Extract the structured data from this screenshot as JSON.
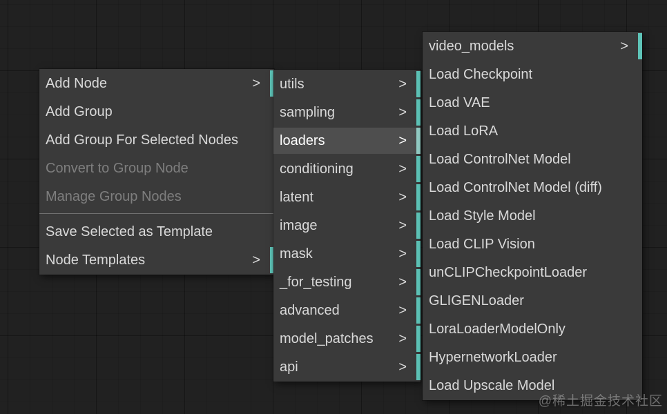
{
  "canvas": {
    "background_color": "#212121"
  },
  "colors": {
    "menu_bg": "#3a3a3a",
    "menu_text": "#d9d9d9",
    "menu_text_disabled": "#7e7e7e",
    "hover_bg": "#4e4e4e",
    "hover_text": "#ffffff",
    "submenu_accent": "#5ec4b8",
    "separator": "#707070"
  },
  "ui": {
    "submenu_arrow": ">"
  },
  "root_menu": {
    "items": [
      {
        "label": "Add Node",
        "has_submenu": true
      },
      {
        "label": "Add Group"
      },
      {
        "label": "Add Group For Selected Nodes"
      },
      {
        "label": "Convert to Group Node",
        "disabled": true
      },
      {
        "label": "Manage Group Nodes",
        "disabled": true
      },
      {
        "type": "separator"
      },
      {
        "label": "Save Selected as Template"
      },
      {
        "label": "Node Templates",
        "has_submenu": true
      }
    ]
  },
  "category_menu": {
    "items": [
      {
        "label": "utils",
        "has_submenu": true
      },
      {
        "label": "sampling",
        "has_submenu": true
      },
      {
        "label": "loaders",
        "has_submenu": true,
        "hovered": true
      },
      {
        "label": "conditioning",
        "has_submenu": true
      },
      {
        "label": "latent",
        "has_submenu": true
      },
      {
        "label": "image",
        "has_submenu": true
      },
      {
        "label": "mask",
        "has_submenu": true
      },
      {
        "label": "_for_testing",
        "has_submenu": true
      },
      {
        "label": "advanced",
        "has_submenu": true
      },
      {
        "label": "model_patches",
        "has_submenu": true
      },
      {
        "label": "api",
        "has_submenu": true
      }
    ]
  },
  "loaders_menu": {
    "items": [
      {
        "label": "video_models",
        "has_submenu": true
      },
      {
        "label": "Load Checkpoint"
      },
      {
        "label": "Load VAE"
      },
      {
        "label": "Load LoRA"
      },
      {
        "label": "Load ControlNet Model"
      },
      {
        "label": "Load ControlNet Model (diff)"
      },
      {
        "label": "Load Style Model"
      },
      {
        "label": "Load CLIP Vision"
      },
      {
        "label": "unCLIPCheckpointLoader"
      },
      {
        "label": "GLIGENLoader"
      },
      {
        "label": "LoraLoaderModelOnly"
      },
      {
        "label": "HypernetworkLoader"
      },
      {
        "label": "Load Upscale Model"
      }
    ]
  },
  "watermark": {
    "text": "@稀土掘金技术社区"
  }
}
